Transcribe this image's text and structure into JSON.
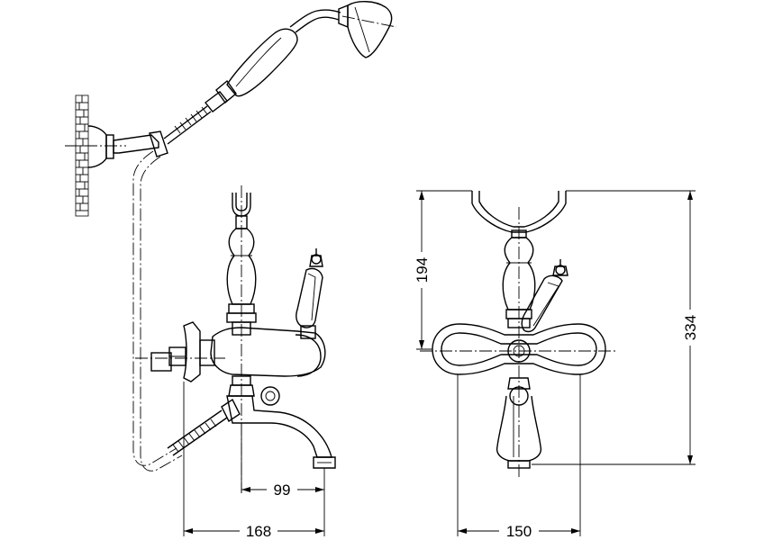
{
  "dimensions": {
    "spout_reach": "99",
    "overall_depth": "168",
    "outlet_height": "194",
    "overall_height": "334",
    "centers_width": "150"
  }
}
